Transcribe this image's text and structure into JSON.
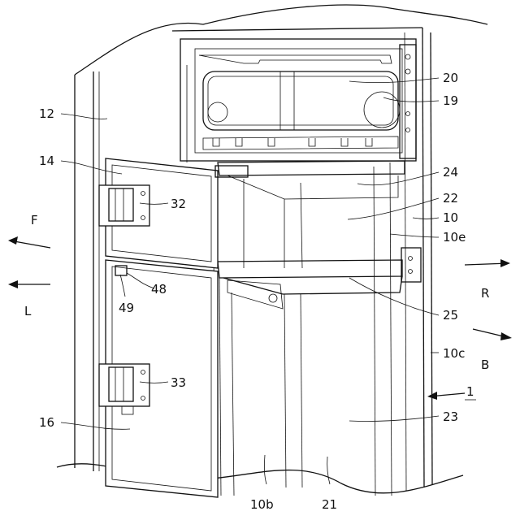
{
  "labels": {
    "l20": "20",
    "l19": "19",
    "l12": "12",
    "l14": "14",
    "l32": "32",
    "l24": "24",
    "l22": "22",
    "l10": "10",
    "l10e": "10e",
    "lF": "F",
    "lL": "L",
    "lR": "R",
    "lB": "B",
    "l48": "48",
    "l49": "49",
    "l25": "25",
    "l10c": "10c",
    "l33": "33",
    "l1": "1",
    "l16": "16",
    "l23": "23",
    "l10b": "10b",
    "l21": "21"
  }
}
